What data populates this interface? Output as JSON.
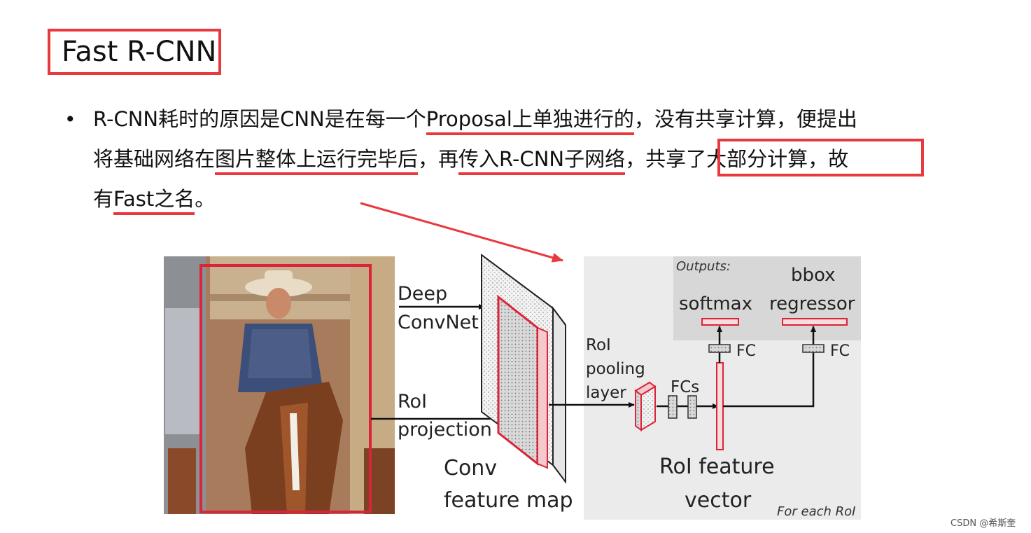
{
  "slide": {
    "title": "Fast R-CNN",
    "bullet": {
      "line1": {
        "a": "R-CNN耗时的原因是CNN是在每一个",
        "b": "Proposal上单独进行的",
        "c": "，没有共享计算，便提出"
      },
      "line2": {
        "a": "将基础网络在",
        "b": "图片整体上运行完毕后",
        "c": "，再",
        "d": "传入R-CNN子网络",
        "e": "，",
        "f": "共享了大部分计算",
        "g": "，故"
      },
      "line3": {
        "a": "有",
        "b": "Fast之名",
        "c": "。"
      }
    }
  },
  "diagram": {
    "deep_convnet": [
      "Deep",
      "ConvNet"
    ],
    "roi_projection": [
      "RoI",
      "projection"
    ],
    "conv_feature_map": [
      "Conv",
      "feature map"
    ],
    "roi_pooling_layer": [
      "RoI",
      "pooling",
      "layer"
    ],
    "fcs": "FCs",
    "fc": "FC",
    "outputs": "Outputs:",
    "softmax": "softmax",
    "bbox_regressor": [
      "bbox",
      "regressor"
    ],
    "roi_feature_vector": [
      "RoI feature",
      "vector"
    ],
    "for_each_roi": "For each RoI"
  },
  "colors": {
    "accent_red": "#e8393e",
    "panel_gray": "#ebebeb",
    "outputs_gray": "#d7d7d7",
    "box_red": "#d9243a"
  },
  "watermark": "CSDN @希斯奎"
}
